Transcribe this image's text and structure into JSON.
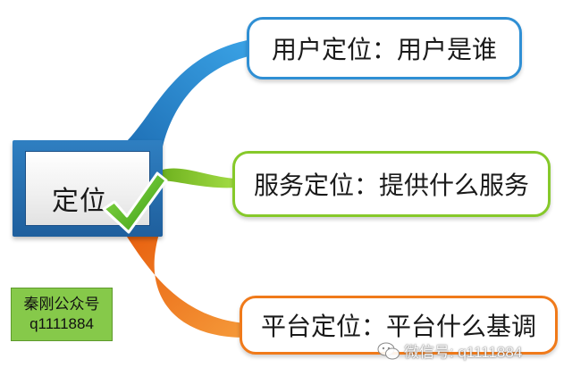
{
  "center": {
    "label": "定位"
  },
  "branches": [
    {
      "label": "用户定位：用户是谁",
      "color": "#2f8fd4"
    },
    {
      "label": "服务定位：提供什么服务",
      "color": "#86c92a"
    },
    {
      "label": "平台定位：平台什么基调",
      "color": "#f07a1a"
    }
  ],
  "stamp": {
    "line1": "秦刚公众号",
    "line2": "q1111884"
  },
  "watermark": {
    "text": "微信号: q1111884"
  },
  "icons": {
    "check": "checkmark-icon",
    "wechat": "wechat-icon"
  }
}
